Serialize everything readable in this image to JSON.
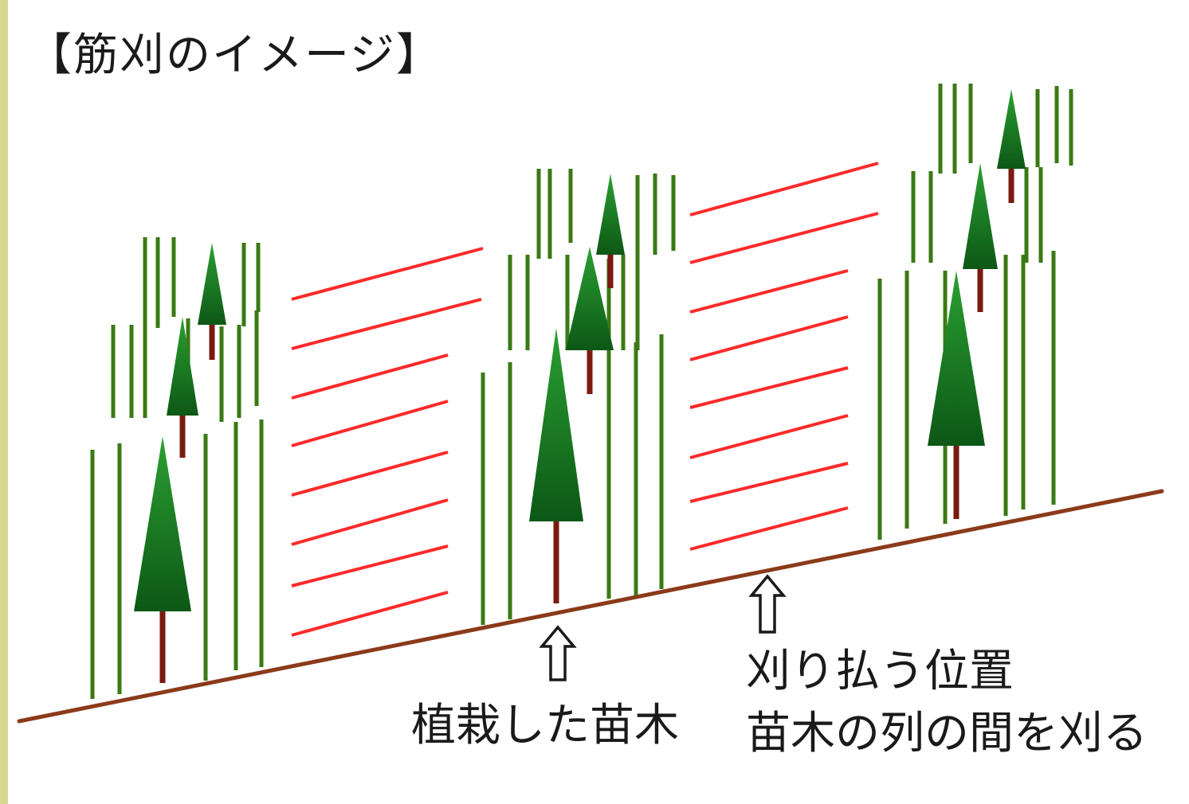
{
  "title": "【筋刈のイメージ】",
  "labels": {
    "seedling": "植栽した苗木",
    "cut_position": "刈り払う位置",
    "cut_method": "苗木の列の間を刈る"
  },
  "colors": {
    "left_border": "#d8d890",
    "ground": "#8b3a1a",
    "grass": "#3a7a14",
    "tree_top": "#1f8a2a",
    "tree_bottom": "#0f5a18",
    "trunk": "#7a1a10",
    "cut_line": "#ff2a2a",
    "arrow": "#1a1a1a"
  },
  "icons": {
    "arrow": "hollow-up-arrow",
    "tree": "conifer-seedling"
  }
}
